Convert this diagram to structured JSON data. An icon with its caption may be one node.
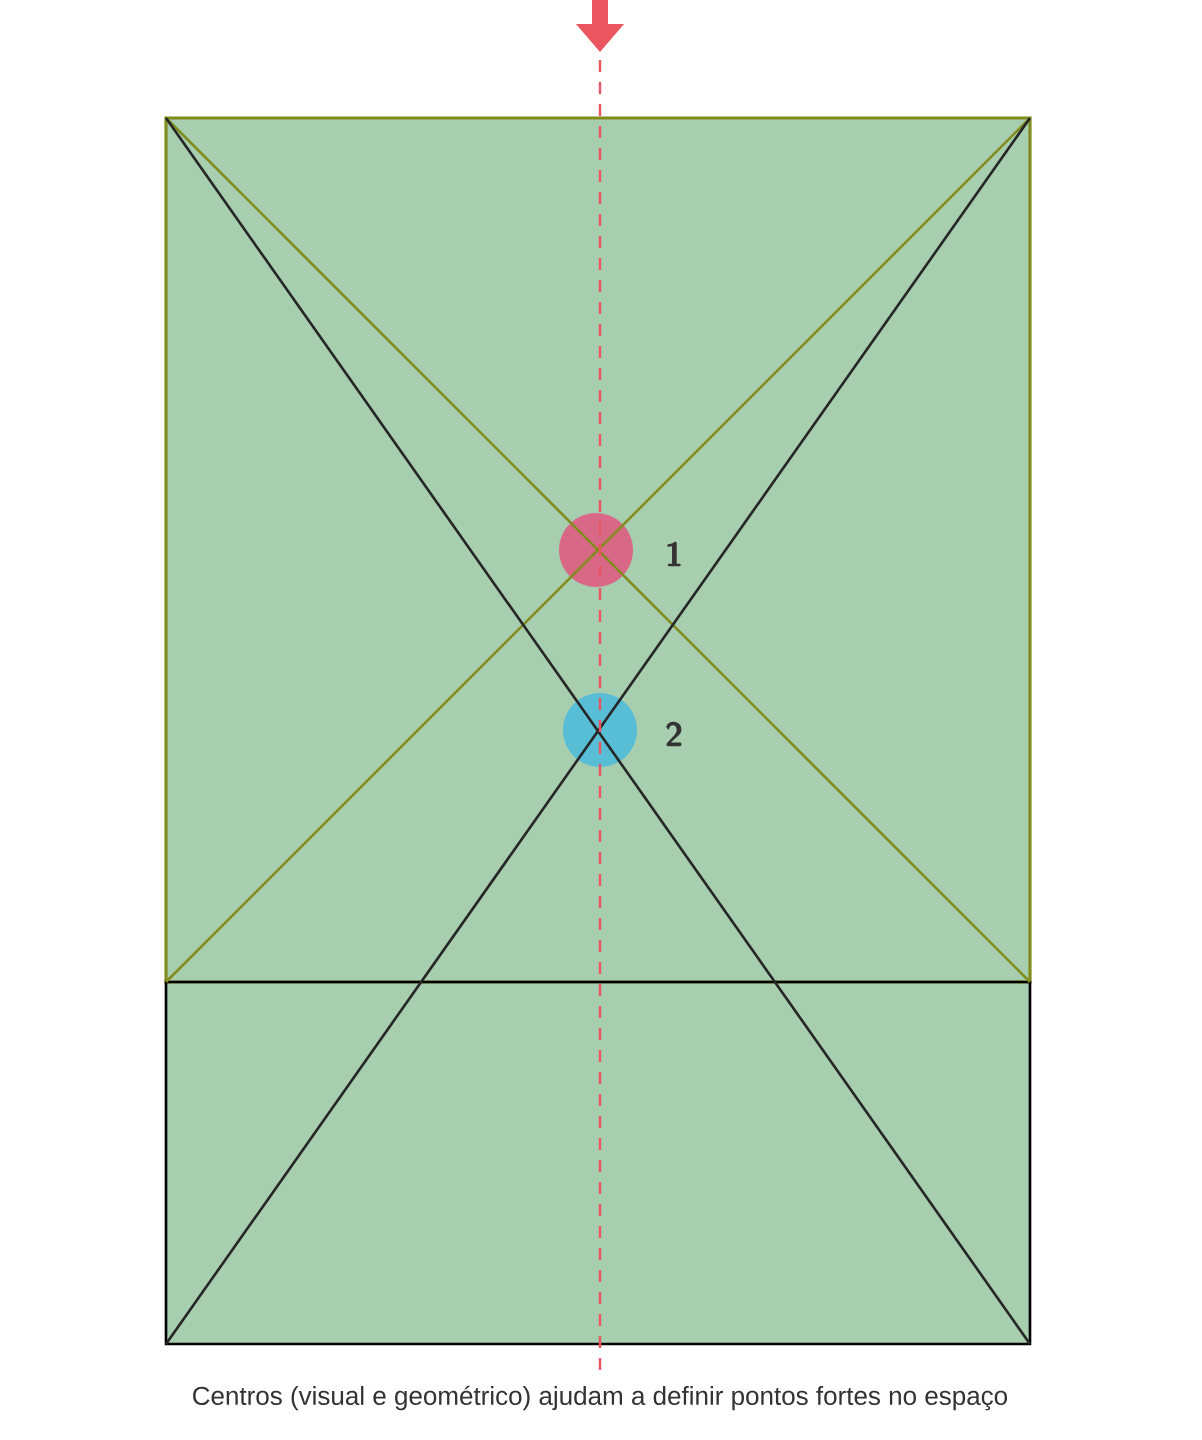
{
  "diagram": {
    "caption": "Centros (visual e geométrico) ajudam a definir pontos fortes no espaço",
    "nodes": [
      {
        "text": [],
        "shape": "circle",
        "beside": [
          "1"
        ]
      },
      {
        "text": [],
        "shape": "circle",
        "beside": [
          "2"
        ]
      }
    ]
  }
}
